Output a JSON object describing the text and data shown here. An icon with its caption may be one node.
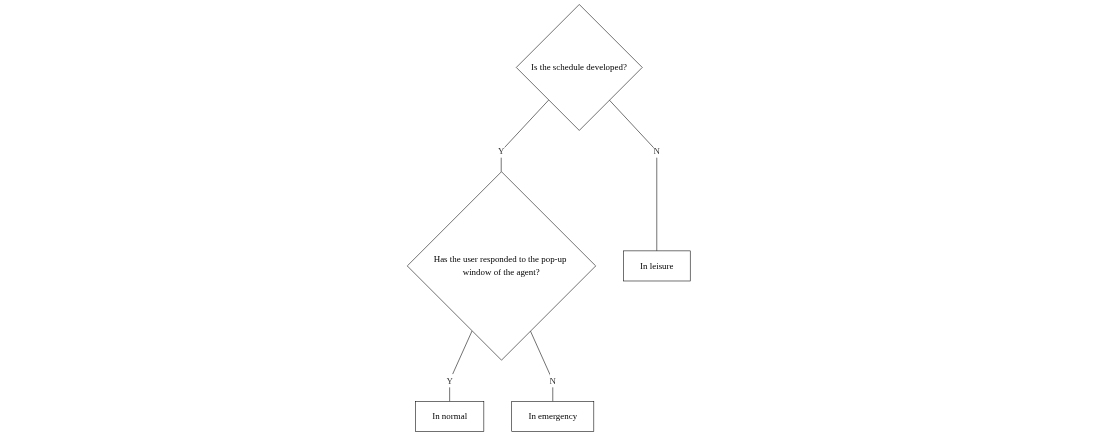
{
  "diagram": {
    "nodes": [
      {
        "text": [
          "Is the schedule developed?"
        ]
      },
      {
        "text": [
          "Has the user responded to the pop-up window of the agent?"
        ]
      },
      {
        "text": [
          "In leisure"
        ]
      },
      {
        "text": [
          "In normal"
        ]
      },
      {
        "text": [
          "In emergency"
        ]
      }
    ],
    "edges": [
      {
        "from": 0,
        "to": 1,
        "arrow": "none",
        "label": "Y"
      },
      {
        "from": 0,
        "to": 2,
        "arrow": "none",
        "label": "N"
      },
      {
        "from": 1,
        "to": 3,
        "arrow": "none",
        "label": "Y"
      },
      {
        "from": 1,
        "to": 4,
        "arrow": "none",
        "label": "N"
      }
    ]
  }
}
